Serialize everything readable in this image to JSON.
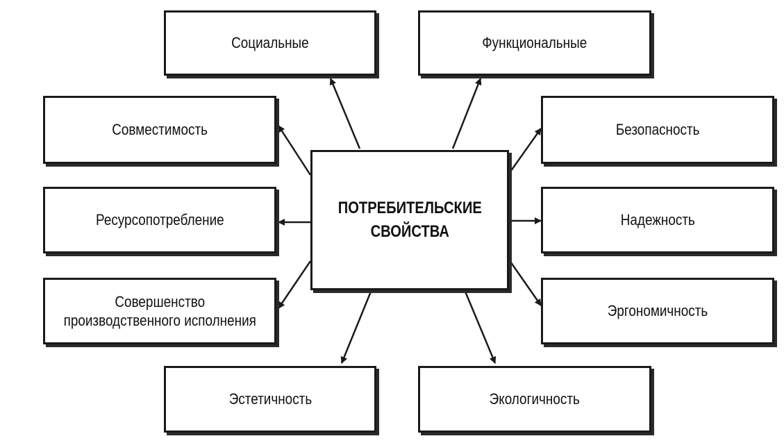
{
  "center": {
    "line1": "ПОТРЕБИТЕЛЬСКИЕ",
    "line2": "СВОЙСТВА"
  },
  "nodes": {
    "social": "Социальные",
    "functional": "Функциональные",
    "compatibility": "Совместимость",
    "safety": "Безопасность",
    "resource": "Ресурсопотребление",
    "reliability": "Надежность",
    "perfection_line1": "Совершенство",
    "perfection_line2": "производственного исполнения",
    "ergonomics": "Эргономичность",
    "aesthetic": "Эстетичность",
    "ecological": "Экологичность"
  },
  "colors": {
    "stroke": "#1a1a1a",
    "shadow": "#2a2a2a",
    "background": "#ffffff"
  }
}
